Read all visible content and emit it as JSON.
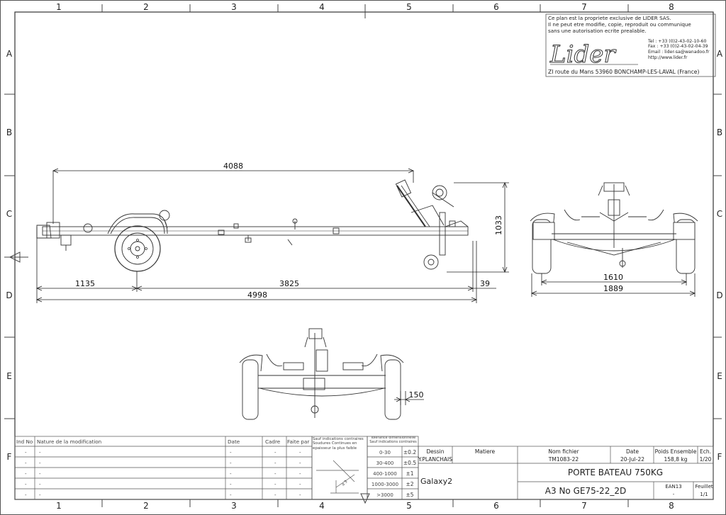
{
  "border": {
    "columns": [
      "1",
      "2",
      "3",
      "4",
      "5",
      "6",
      "7",
      "8"
    ],
    "rows": [
      "A",
      "B",
      "C",
      "D",
      "E",
      "F"
    ]
  },
  "company": {
    "notice_lines": [
      "Ce plan est la propriete exclusive de LIDER SAS.",
      "Il ne peut etre modifie, copie, reproduit ou communique",
      "sans une autorisation ecrite prealable."
    ],
    "logo_text": "Lider",
    "contact_lines": [
      "Tel : +33 (0)2-43-02-10-60",
      "Fax : +33 (0)2-43-02-04-39",
      "Email : lider-sa@wanadoo.fr",
      "http://www.lider.fr"
    ],
    "address": "ZI route du Mans 53960 BONCHAMP-LES-LAVAL (France)"
  },
  "dimensions": {
    "overall_top": "4088",
    "front_overhang": "1135",
    "wheel_to_jack": "3825",
    "rear_offset": "39",
    "total_length": "4998",
    "height": "1033",
    "track": "1610",
    "overall_width": "1889",
    "top_view_offset": "150"
  },
  "title_block": {
    "mod_headers": [
      "Ind No",
      "Nature de la modification",
      "Date",
      "Cadre",
      "Faite par"
    ],
    "mod_rows": [
      [
        "-",
        "-",
        "-",
        "-",
        "-"
      ],
      [
        "-",
        "-",
        "-",
        "-",
        "-"
      ],
      [
        "-",
        "-",
        "-",
        "-",
        "-"
      ],
      [
        "-",
        "-",
        "-",
        "-",
        "-"
      ],
      [
        "-",
        "-",
        "-",
        "-",
        "-"
      ]
    ],
    "notes_text": "Sauf indications contraires Soudures Continues en epaisseur la plus faible",
    "tolerance_header": "Tolerance dimensionnelle Sauf indications contraires",
    "tolerances": [
      {
        "range": "0-30",
        "tol": "±0.2"
      },
      {
        "range": "30-400",
        "tol": "±0.5"
      },
      {
        "range": "400-1000",
        "tol": "±1"
      },
      {
        "range": "1000-3000",
        "tol": "±2"
      },
      {
        "range": ">3000",
        "tol": "±5"
      }
    ],
    "dessin_label": "Dessin",
    "dessin_value": "Y.PLANCHAIS",
    "matiere_label": "Matiere",
    "project": "Galaxy2",
    "nom_fichier_label": "Nom fichier",
    "nom_fichier_value": "TM1083-22",
    "date_label": "Date",
    "date_value": "20-Jul-22",
    "poids_label": "Poids Ensemble",
    "poids_value": "158,8 kg",
    "ech_label": "Ech.",
    "ech_value": "1/20",
    "title": "PORTE BATEAU 750KG",
    "drawing_number": "A3 No GE75-22_2D",
    "ean_label": "EAN13",
    "ean_value": "-",
    "feuillet_label": "Feuillet",
    "feuillet_value": "1/1",
    "weld_symbol_text": "a 3"
  }
}
